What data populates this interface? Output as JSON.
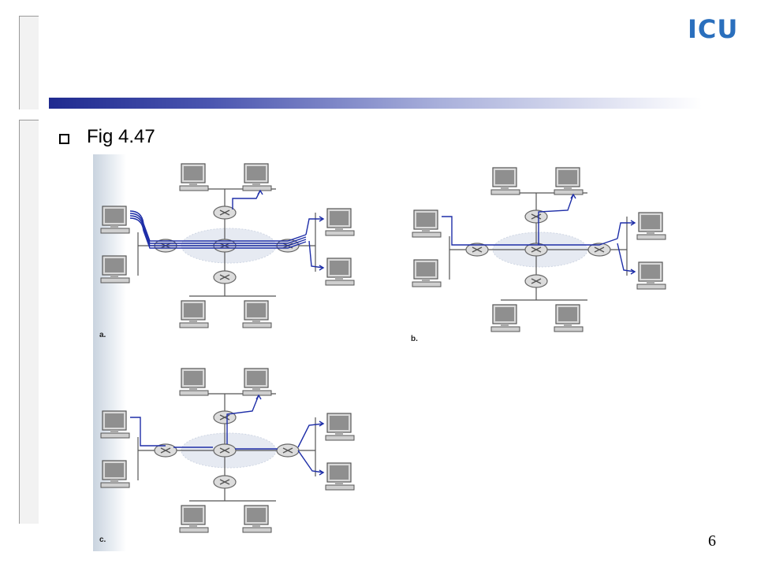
{
  "slide": {
    "logo": "ICU",
    "bullet_text": "Fig 4.47",
    "page_number": "6"
  },
  "figure": {
    "panels": [
      {
        "label": "a."
      },
      {
        "label": "b."
      },
      {
        "label": "c."
      }
    ]
  },
  "colors": {
    "accent": "#1f2a8f",
    "logo": "#2a6fbd",
    "flow_line": "#1e2ea8"
  }
}
